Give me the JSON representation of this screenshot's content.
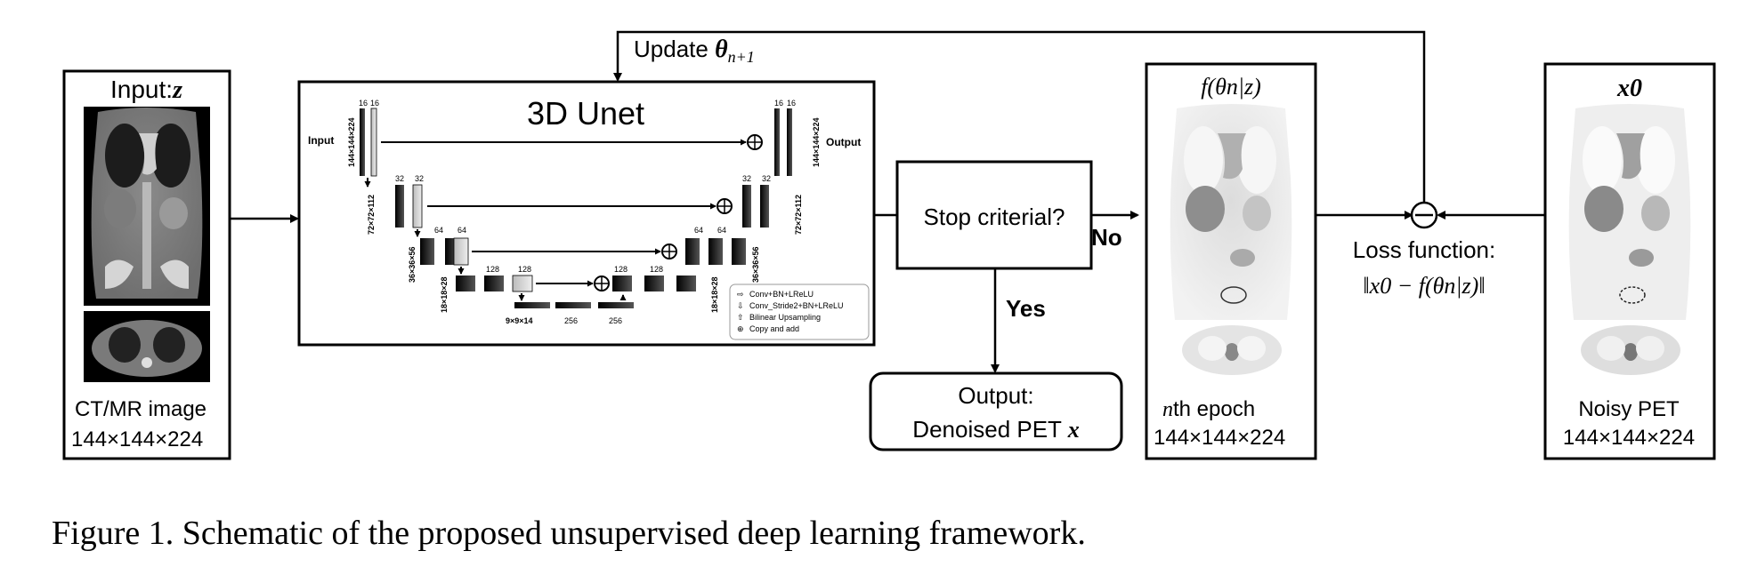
{
  "input_panel": {
    "label_prefix": "Input:",
    "label_var": "z",
    "caption_line1": "CT/MR image",
    "caption_line2": "144×144×224"
  },
  "unet": {
    "title": "3D Unet",
    "input_label": "Input",
    "output_label": "Output",
    "dims": {
      "level1": "144×144×224",
      "level2": "72×72×112",
      "level3": "36×36×56",
      "level4": "18×18×28",
      "level5": "9×9×14"
    },
    "channels": {
      "c16": "16",
      "c32": "32",
      "c64": "64",
      "c128": "128",
      "c256": "256"
    },
    "legend": [
      "Conv+BN+LReLU",
      "Conv_Stride2+BN+LReLU",
      "Bilinear Upsampling",
      "Copy and add"
    ]
  },
  "update_label": "Update",
  "update_symbol": "θ",
  "update_sub": "n+1",
  "stop_box": "Stop criterial?",
  "no_label": "No",
  "yes_label": "Yes",
  "output_box": {
    "line1": "Output:",
    "line2_text": "Denoised PET ",
    "line2_var": "x"
  },
  "nth_panel": {
    "title": "f(θn|z)",
    "caption_line1_var": "n",
    "caption_line1_text": "th epoch",
    "caption_line2": "144×144×224"
  },
  "loss": {
    "line1": "Loss function:",
    "line2": "‖x0 − f(θn|z)‖"
  },
  "noisy_panel": {
    "title": "x0",
    "caption_line1": "Noisy PET",
    "caption_line2": "144×144×224"
  },
  "caption": "Figure 1. Schematic of the proposed unsupervised deep learning framework."
}
